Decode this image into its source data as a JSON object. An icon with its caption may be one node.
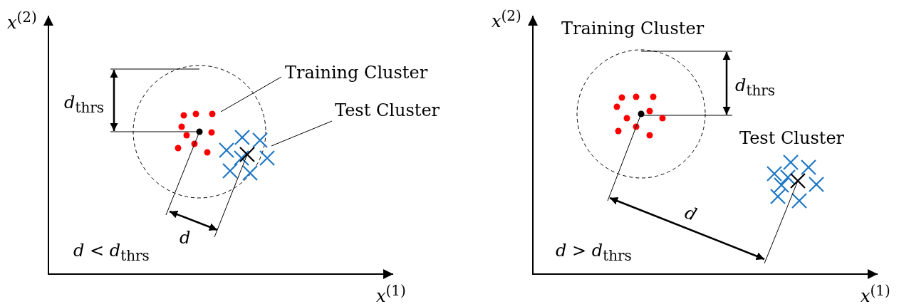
{
  "diagram": {
    "nodes": [
      {
        "text": [
          "Training Cluster"
        ]
      },
      {
        "text": [],
        "shape": "points"
      },
      {
        "text": [
          "Test Cluster"
        ]
      },
      {
        "text": [],
        "shape": "points"
      }
    ],
    "edges": [
      {
        "from": 0,
        "to": 1,
        "arrow": "none"
      },
      {
        "from": 2,
        "to": 3,
        "arrow": "none"
      }
    ],
    "labels": [
      "*x*$^{(2)}$",
      "*d*$_{thrs}$",
      "*d*",
      "*d* < *d*$_{thrs}$",
      "*x*$^{(1)}$",
      "*x*$^{(2)}$",
      "Training Cluster",
      "*d*$_{thrs}$",
      "Test Cluster",
      "*d*",
      "*d* > *d*$_{thrs}$",
      "*x*$^{(1)}$"
    ]
  }
}
